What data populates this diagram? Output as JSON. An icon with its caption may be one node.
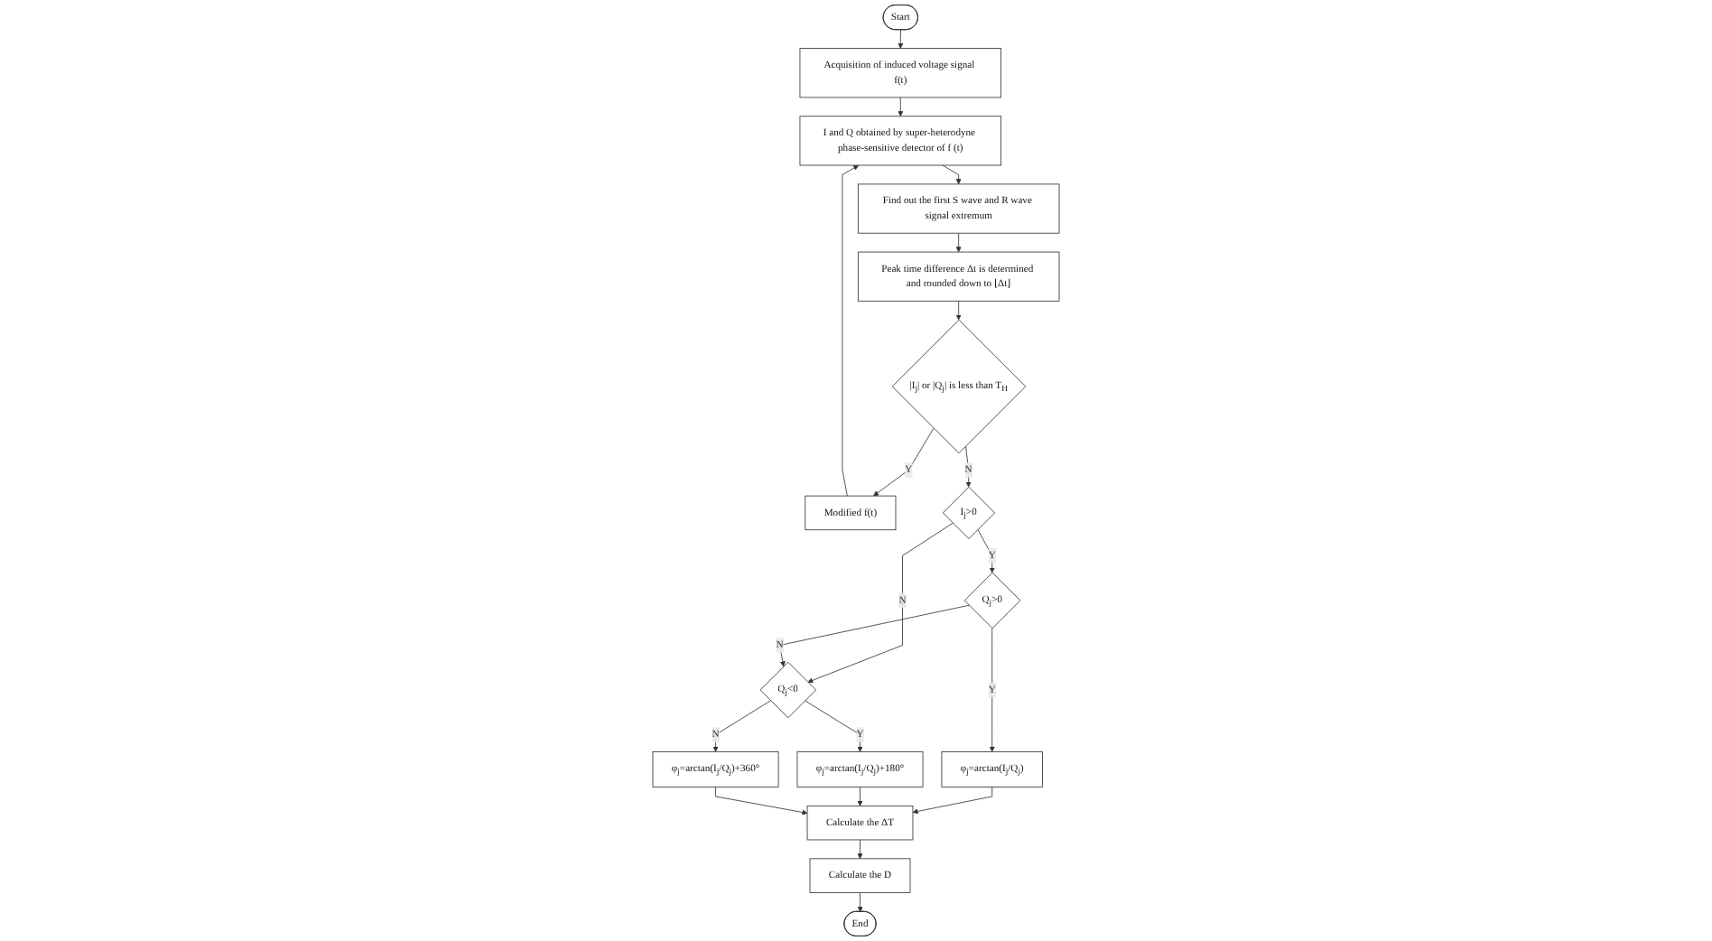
{
  "diagram": {
    "nodes": [
      {
        "text": [
          "Start"
        ]
      },
      {
        "text": [
          "Acquisition of induced voltage signal f(t)"
        ]
      },
      {
        "text": [
          "I and Q obtained by super-heterodyne phase-sensitive detector of f (t)"
        ]
      },
      {
        "text": [
          "Find out the first S wave and R wave signal extremum"
        ]
      },
      {
        "text": [
          "Peak time difference Δt is determined and rounded down to ⌊Δt⌋"
        ]
      },
      {
        "text": [
          "|I$_{j}$| or |Q$_{j}$| is less than T$_{H}$"
        ]
      },
      {
        "text": [
          "Modified f(t)"
        ]
      },
      {
        "text": [
          "I$_{j}$>0"
        ]
      },
      {
        "text": [
          "Q$_{j}$>0"
        ]
      },
      {
        "text": [
          "Q$_{j}$<0"
        ]
      },
      {
        "text": [
          "φ$_{j}$=arctan(I$_{j}$/Q$_{j}$)"
        ]
      },
      {
        "text": [
          "φ$_{j}$=arctan(I$_{j}$/Q$_{j}$)+180°"
        ]
      },
      {
        "text": [
          "φ$_{j}$=arctan(I$_{j}$/Q$_{j}$)+360°"
        ]
      },
      {
        "text": [
          "Calculate the ΔT"
        ]
      },
      {
        "text": [
          "Calculate the D"
        ]
      },
      {
        "text": [
          "End"
        ]
      }
    ],
    "edges": [
      {
        "from": 0,
        "to": 1,
        "arrow": "to"
      },
      {
        "from": 1,
        "to": 2,
        "arrow": "to"
      },
      {
        "from": 2,
        "to": 3,
        "arrow": "to"
      },
      {
        "from": 3,
        "to": 4,
        "arrow": "to"
      },
      {
        "from": 4,
        "to": 5,
        "arrow": "to"
      },
      {
        "from": 5,
        "to": 6,
        "label": "Y",
        "arrow": "to"
      },
      {
        "from": 6,
        "to": 2,
        "arrow": "to"
      },
      {
        "from": 5,
        "to": 7,
        "label": "N",
        "arrow": "to"
      },
      {
        "from": 7,
        "to": 8,
        "label": "Y",
        "arrow": "to"
      },
      {
        "from": 7,
        "to": 9,
        "label": "N",
        "arrow": "to"
      },
      {
        "from": 8,
        "to": 9,
        "label": "N",
        "arrow": "to"
      },
      {
        "from": 8,
        "to": 10,
        "label": "Y",
        "arrow": "to"
      },
      {
        "from": 9,
        "to": 11,
        "label": "Y",
        "arrow": "to"
      },
      {
        "from": 9,
        "to": 12,
        "label": "N",
        "arrow": "to"
      },
      {
        "from": 10,
        "to": 13,
        "arrow": "to"
      },
      {
        "from": 11,
        "to": 13,
        "arrow": "to"
      },
      {
        "from": 12,
        "to": 13,
        "arrow": "to"
      },
      {
        "from": 13,
        "to": 14,
        "arrow": "to"
      },
      {
        "from": 14,
        "to": 15,
        "arrow": "to"
      }
    ]
  }
}
